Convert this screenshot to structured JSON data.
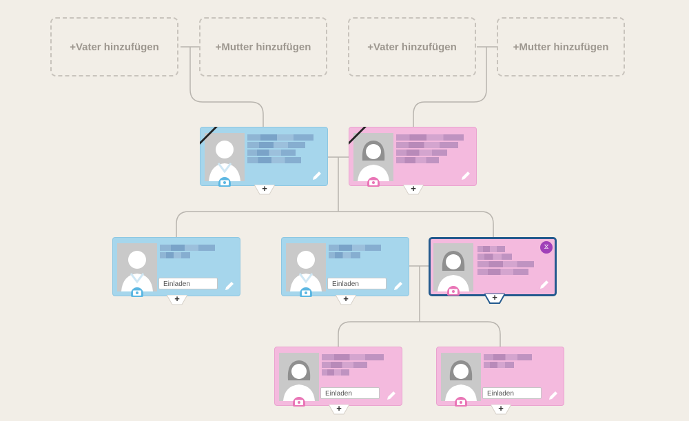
{
  "placeholders": {
    "add_father": "+Vater hinzufügen",
    "add_mother": "+Mutter hinzufügen"
  },
  "card": {
    "invite_label": "Einladen",
    "add_symbol": "+",
    "pending_symbol": "⧖"
  },
  "colors": {
    "male_card": "#a6d6ec",
    "female_card": "#f4bade",
    "selected_border": "#245a8e",
    "background": "#f2eee7"
  },
  "icons": {
    "photo": "person-silhouette-icon",
    "camera": "camera-icon",
    "edit": "pencil-icon",
    "add": "plus-icon",
    "deceased": "mourning-ribbon-icon",
    "pending": "hourglass-icon"
  }
}
